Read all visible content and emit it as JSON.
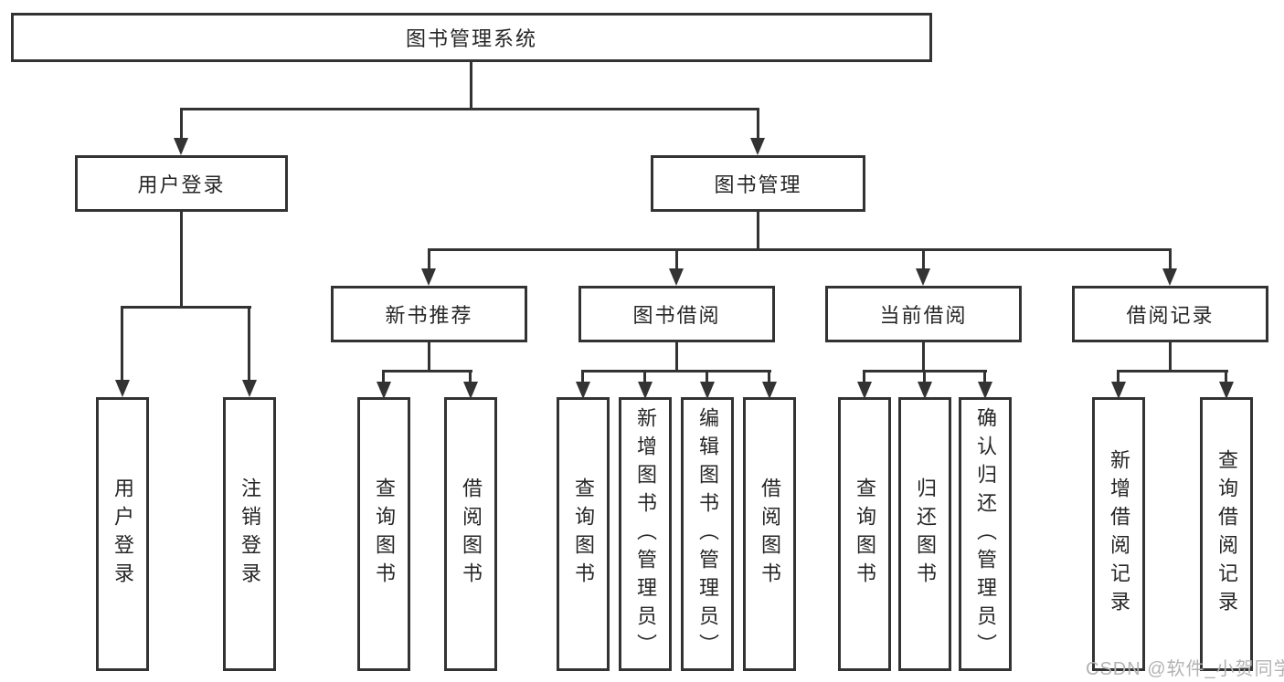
{
  "diagram_title": "图书管理系统",
  "tree": {
    "root": {
      "label": "图书管理系统"
    },
    "user_login": {
      "label": "用户登录",
      "children": {
        "login": {
          "label": "用户登录"
        },
        "logout": {
          "label": "注销登录"
        }
      }
    },
    "book_mgmt": {
      "label": "图书管理",
      "children": {
        "new_books": {
          "label": "新书推荐",
          "children": {
            "query": {
              "label": "查询图书"
            },
            "borrow": {
              "label": "借阅图书"
            }
          }
        },
        "book_borrow": {
          "label": "图书借阅",
          "children": {
            "query": {
              "label": "查询图书"
            },
            "add": {
              "label": "新增图书（管理员）"
            },
            "edit": {
              "label": "编辑图书（管理员）"
            },
            "borrow": {
              "label": "借阅图书"
            }
          }
        },
        "current_borrow": {
          "label": "当前借阅",
          "children": {
            "query": {
              "label": "查询图书"
            },
            "return": {
              "label": "归还图书"
            },
            "confirm": {
              "label": "确认归还（管理员）"
            }
          }
        },
        "borrow_records": {
          "label": "借阅记录",
          "children": {
            "add": {
              "label": "新增借阅记录"
            },
            "query": {
              "label": "查询借阅记录"
            }
          }
        }
      }
    }
  },
  "watermark": {
    "text": "CSDN @软件_小贺同学"
  },
  "colors": {
    "line": "#333333",
    "text": "#262626",
    "watermark_text": "#b3b3b3",
    "background": "#ffffff"
  }
}
